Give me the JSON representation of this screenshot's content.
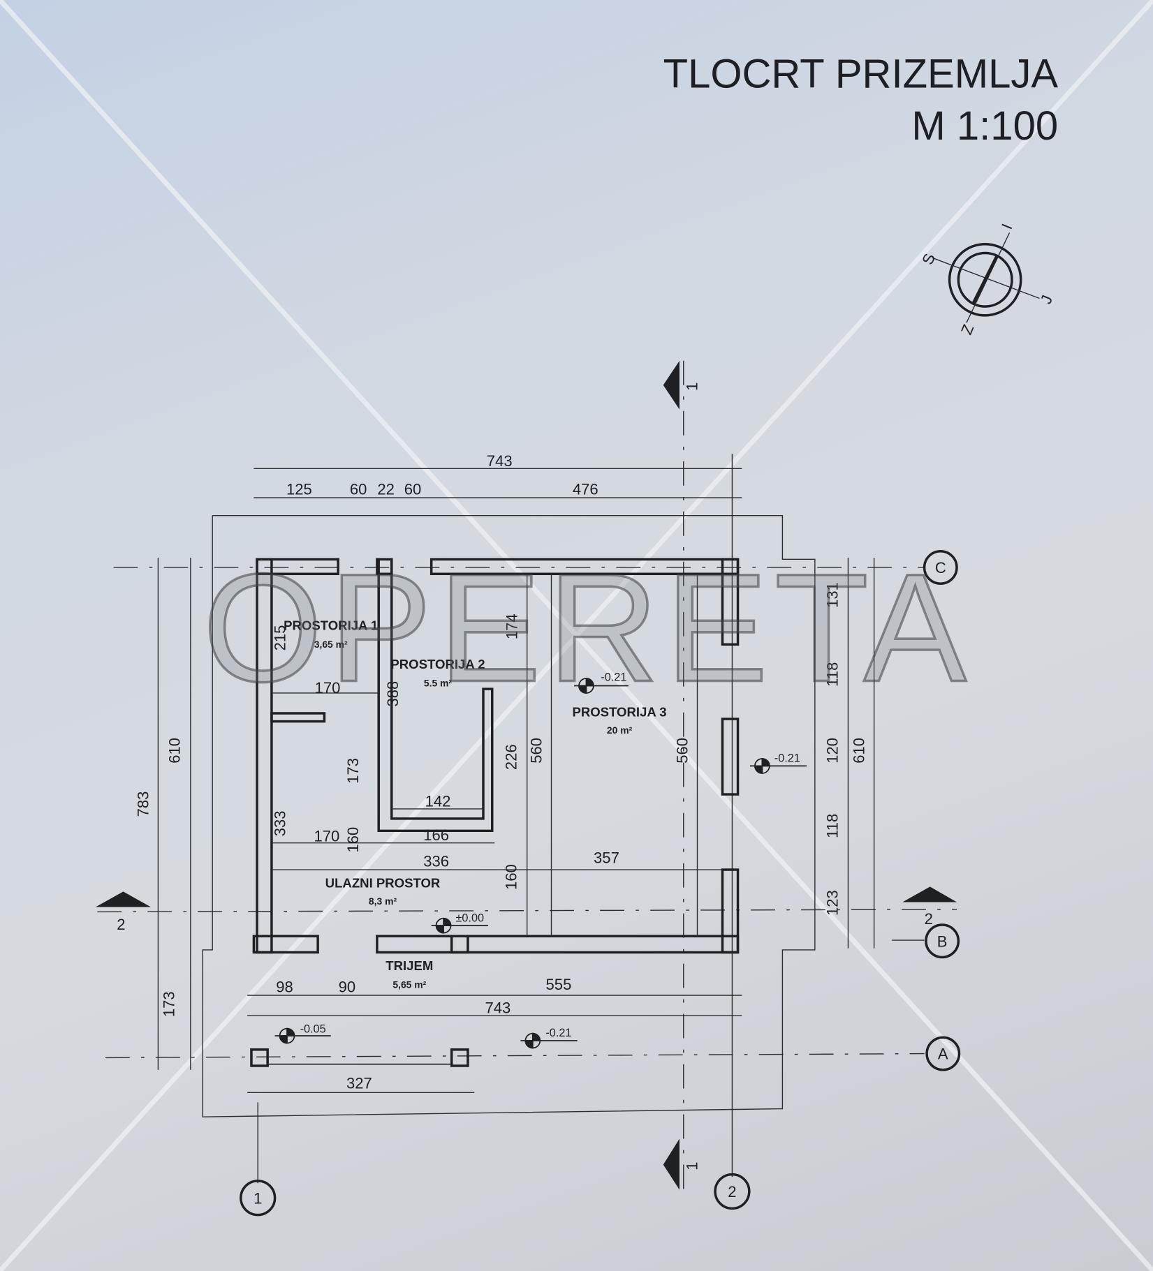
{
  "title": {
    "line1": "TLOCRT PRIZEMLJA",
    "line2": "M 1:100"
  },
  "compass": {
    "s": "S",
    "i": "I",
    "j": "J",
    "z": "Z"
  },
  "watermark": "OPERETA",
  "sections": {
    "top": "1",
    "bottom": "1",
    "left": "2",
    "right": "2"
  },
  "axes": {
    "c": "C",
    "b": "B",
    "a": "A",
    "one": "1",
    "two": "2"
  },
  "rooms": [
    {
      "name": "PROSTORIJA 1",
      "area": "3,65 m²"
    },
    {
      "name": "PROSTORIJA 2",
      "area": "5.5 m²"
    },
    {
      "name": "PROSTORIJA 3",
      "area": "20 m²"
    },
    {
      "name": "ULAZNI PROSTOR",
      "area": "8,3 m²"
    },
    {
      "name": "TRIJEM",
      "area": "5,65 m²"
    }
  ],
  "elevations": [
    "-0.21",
    "-0.21",
    "±0.00",
    "-0.05",
    "-0.21"
  ],
  "dims": {
    "top": [
      "743",
      "125",
      "60",
      "22",
      "60",
      "476"
    ],
    "left": [
      "783",
      "610",
      "215",
      "333",
      "173"
    ],
    "inner": [
      "170",
      "388",
      "173",
      "142",
      "170",
      "160",
      "166",
      "336",
      "357",
      "174",
      "226",
      "560",
      "560",
      "160"
    ],
    "right": [
      "131",
      "118",
      "120",
      "118",
      "123",
      "610"
    ],
    "bottom": [
      "98",
      "90",
      "555",
      "743",
      "327"
    ]
  },
  "colors": {
    "line": "#1e2024",
    "background": "#d3d9e1"
  }
}
